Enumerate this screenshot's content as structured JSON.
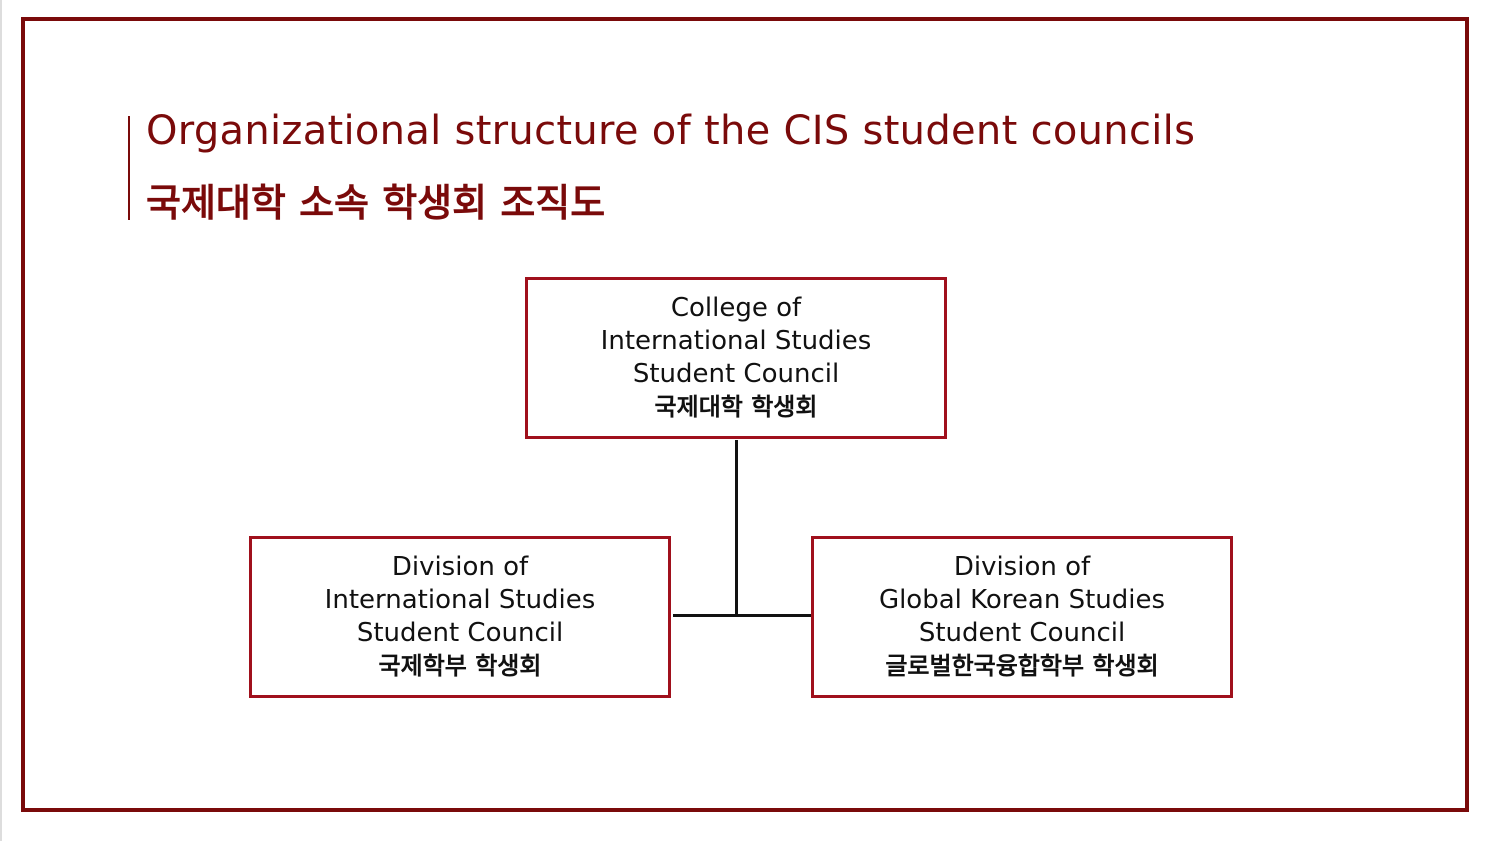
{
  "title": {
    "english": "Organizational structure of the CIS student councils",
    "korean": "국제대학 소속 학생회 조직도"
  },
  "nodes": {
    "college": {
      "lines": [
        "College of",
        "International Studies",
        "Student Council"
      ],
      "korean": "국제대학 학생회"
    },
    "division_is": {
      "lines": [
        "Division of",
        "International Studies",
        "Student Council"
      ],
      "korean": "국제학부 학생회"
    },
    "division_gks": {
      "lines": [
        "Division of",
        "Global Korean Studies",
        "Student Council"
      ],
      "korean": "글로벌한국융합학부 학생회"
    }
  },
  "colors": {
    "frame": "#7a0a0a",
    "box_border": "#a0101c",
    "connector": "#111111"
  }
}
